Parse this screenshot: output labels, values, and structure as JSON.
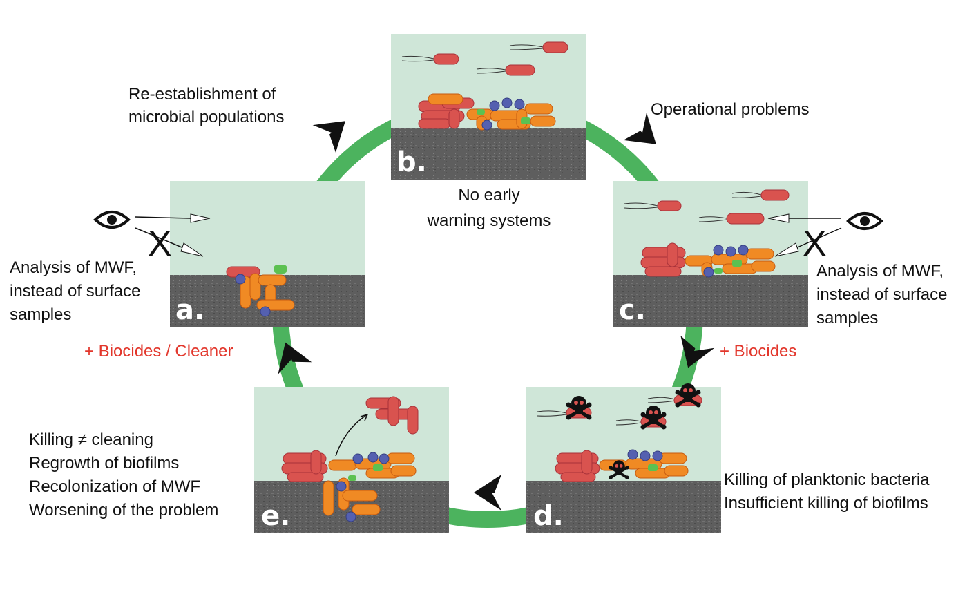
{
  "panels": [
    {
      "id": "a",
      "label": "a."
    },
    {
      "id": "b",
      "label": "b."
    },
    {
      "id": "c",
      "label": "c."
    },
    {
      "id": "d",
      "label": "d."
    },
    {
      "id": "e",
      "label": "e."
    }
  ],
  "labels": {
    "reestablishment": [
      "Re-establishment of",
      "microbial populations"
    ],
    "operational": "Operational problems",
    "no_warning": [
      "No early",
      "warning systems"
    ],
    "analysis_left": [
      "Analysis of MWF,",
      "instead of surface",
      "samples"
    ],
    "analysis_right": [
      "Analysis of MWF,",
      "instead of surface",
      "samples"
    ],
    "biocides_cleaner": "+ Biocides / Cleaner",
    "biocides": "+ Biocides",
    "killing_list": [
      "Killing ≠ cleaning",
      "Regrowth of biofilms",
      "Recolonization of MWF",
      "Worsening of the problem"
    ],
    "killing_planktonic": [
      "Killing of planktonic bacteria",
      "Insufficient killing of biofilms"
    ],
    "x_mark": "X"
  },
  "colors": {
    "cycle": "#4cb35e",
    "liquid": "#cfe6d8",
    "surface": "#5e5e5e",
    "accent_red": "#e2362b"
  },
  "icons": [
    "eye-icon",
    "skull-crossbones-icon",
    "cycle-arrow-icon"
  ]
}
